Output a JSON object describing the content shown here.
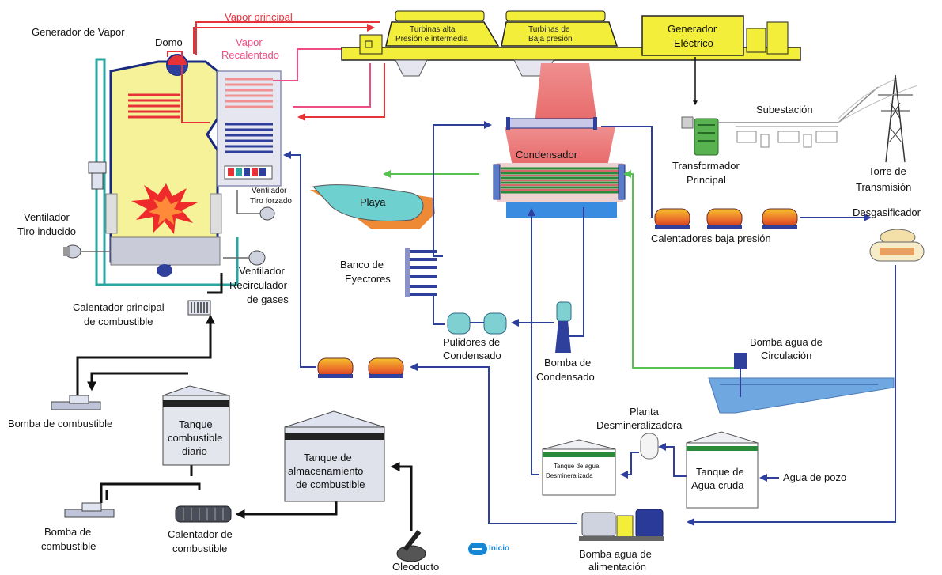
{
  "labels": {
    "generador_vapor": "Generador de Vapor",
    "domo": "Domo",
    "vapor_principal": "Vapor principal",
    "vapor_recalentado_1": "Vapor",
    "vapor_recalentado_2": "Recalentado",
    "turbinas_alta_1": "Turbinas alta",
    "turbinas_alta_2": "Presión e intermedia",
    "turbinas_baja_1": "Turbinas de",
    "turbinas_baja_2": "Baja presión",
    "generador_electrico_1": "Generador",
    "generador_electrico_2": "Eléctrico",
    "subestacion": "Subestación",
    "transformador_1": "Transformador",
    "transformador_2": "Principal",
    "torre_1": "Torre de",
    "torre_2": "Transmisión",
    "desgasificador": "Desgasificador",
    "condensador": "Condensador",
    "playa": "Playa",
    "ventilador_tiro_forzado_1": "Ventilador",
    "ventilador_tiro_forzado_2": "Tiro forzado",
    "ventilador_tiro_inducido_1": "Ventilador",
    "ventilador_tiro_inducido_2": "Tiro inducido",
    "ventilador_recirculador_1": "Ventilador",
    "ventilador_recirculador_2": "Recirculador",
    "ventilador_recirculador_3": "de gases",
    "calentador_principal_1": "Calentador principal",
    "calentador_principal_2": "de combustible",
    "banco_eyectores_1": "Banco de",
    "banco_eyectores_2": "Eyectores",
    "calentadores_baja": "Calentadores baja presión",
    "pulidores_1": "Pulidores de",
    "pulidores_2": "Condensado",
    "bomba_condensado_1": "Bomba de",
    "bomba_condensado_2": "Condensado",
    "bomba_circulacion_1": "Bomba agua de",
    "bomba_circulacion_2": "Circulación",
    "bomba_combustible_top": "Bomba de combustible",
    "tanque_diario_1": "Tanque",
    "tanque_diario_2": "combustible",
    "tanque_diario_3": "diario",
    "tanque_almacenamiento_1": "Tanque de",
    "tanque_almacenamiento_2": "almacenamiento",
    "tanque_almacenamiento_3": "de combustible",
    "planta_desmin_1": "Planta",
    "planta_desmin_2": "Desmineralizadora",
    "tanque_agua_desmin_1": "Tanque de agua",
    "tanque_agua_desmin_2": "Desmineralizada",
    "tanque_agua_cruda_1": "Tanque de",
    "tanque_agua_cruda_2": "Agua cruda",
    "agua_pozo": "Agua de pozo",
    "bomba_combustible_bottom_1": "Bomba de",
    "bomba_combustible_bottom_2": "combustible",
    "calentador_combustible_1": "Calentador de",
    "calentador_combustible_2": "combustible",
    "oleoducto": "Oleoducto",
    "bomba_alimentacion_1": "Bomba agua de",
    "bomba_alimentacion_2": "alimentación"
  },
  "inicio_button": "Inicio",
  "colors": {
    "steam_red": "#e8323a",
    "reheat_pink": "#ee4d86",
    "water_blue": "#2f3f9c",
    "cooling_green": "#57c24f",
    "fuel_black": "#111111",
    "turbine_yellow": "#f3ee3a",
    "boiler_yellow": "#f5f29a",
    "condenser_pink": "#ee8a8a",
    "inicio_blue": "#1687d5"
  }
}
